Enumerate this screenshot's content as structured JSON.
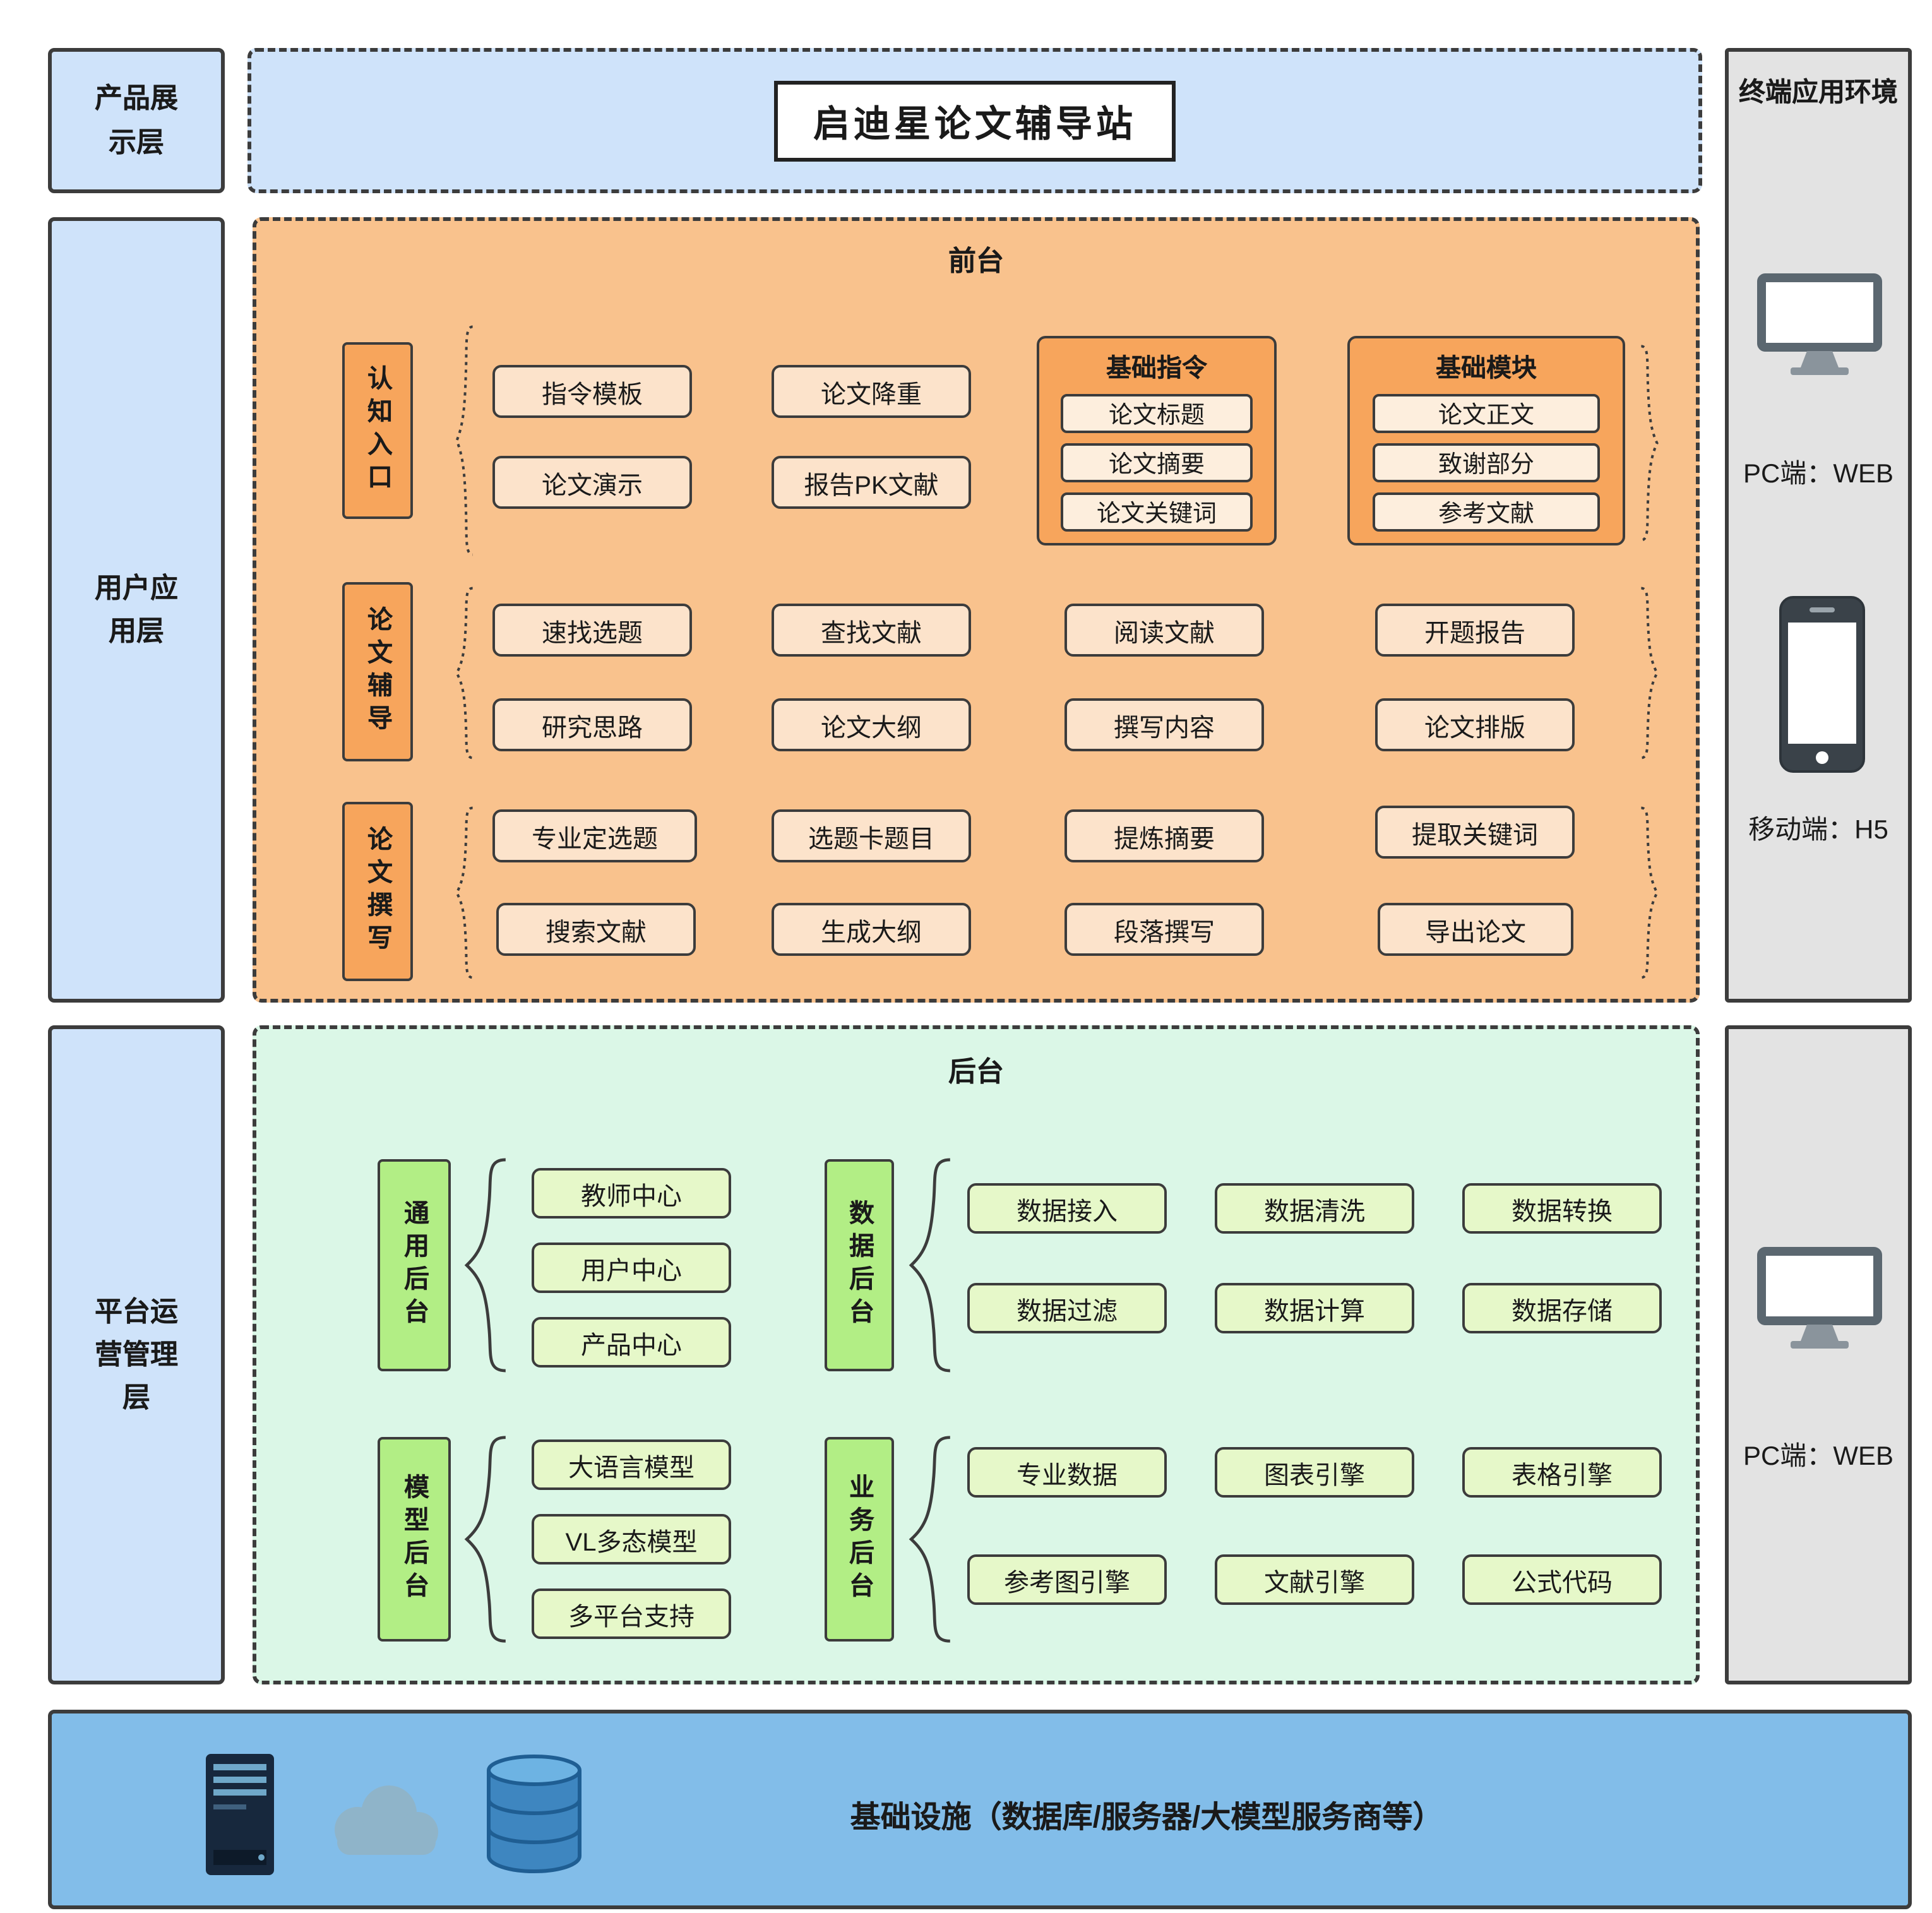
{
  "title": "启迪星论文辅导站",
  "layers": [
    {
      "label": "产品展示层"
    },
    {
      "label": "用户应用层"
    },
    {
      "label": "平台运营管理层"
    }
  ],
  "front": {
    "label": "前台",
    "groups": [
      {
        "label": "认知入口",
        "items": [
          "指令模板",
          "论文演示",
          "论文降重",
          "报告PK文献"
        ],
        "subgroups": [
          {
            "label": "基础指令",
            "items": [
              "论文标题",
              "论文摘要",
              "论文关键词"
            ]
          },
          {
            "label": "基础模块",
            "items": [
              "论文正文",
              "致谢部分",
              "参考文献"
            ]
          }
        ]
      },
      {
        "label": "论文辅导",
        "items": [
          "速找选题",
          "研究思路",
          "查找文献",
          "论文大纲",
          "阅读文献",
          "撰写内容",
          "开题报告",
          "论文排版"
        ]
      },
      {
        "label": "论文撰写",
        "items": [
          "专业定选题",
          "搜索文献",
          "选题卡题目",
          "生成大纲",
          "提炼摘要",
          "段落撰写",
          "提取关键词",
          "导出论文"
        ]
      }
    ]
  },
  "back": {
    "label": "后台",
    "groups": [
      {
        "label": "通用后台",
        "items": [
          "教师中心",
          "用户中心",
          "产品中心"
        ]
      },
      {
        "label": "数据后台",
        "items": [
          "数据接入",
          "数据清洗",
          "数据转换",
          "数据过滤",
          "数据计算",
          "数据存储"
        ]
      },
      {
        "label": "模型后台",
        "items": [
          "大语言模型",
          "VL多态模型",
          "多平台支持"
        ]
      },
      {
        "label": "业务后台",
        "items": [
          "专业数据",
          "图表引擎",
          "表格引擎",
          "参考图引擎",
          "文献引擎",
          "公式代码"
        ]
      }
    ]
  },
  "terminal": {
    "title": "终端应用环境",
    "entries": [
      {
        "icon": "monitor-icon",
        "label": "PC端：WEB"
      },
      {
        "icon": "phone-icon",
        "label": "移动端：H5"
      }
    ],
    "lower": {
      "icon": "monitor-icon",
      "label": "PC端：WEB"
    }
  },
  "infrastructure": {
    "label": "基础设施（数据库/服务器/大模型服务商等）",
    "icons": [
      "server-icon",
      "cloud-icon",
      "database-icon"
    ]
  },
  "palette": {
    "layer_blue": "#cfe3fa",
    "front_orange": "#f9c28d",
    "front_accent_orange": "#f7a55c",
    "front_item_orange": "#fce3cb",
    "front_subitem_orange": "#fdeedd",
    "back_green": "#dbf7e7",
    "back_accent_green": "#b2ee85",
    "back_item_green": "#e6f8c9",
    "terminal_gray": "#e3e3e3",
    "infra_blue": "#82bde9",
    "border_dark": "#3c3c3c"
  }
}
